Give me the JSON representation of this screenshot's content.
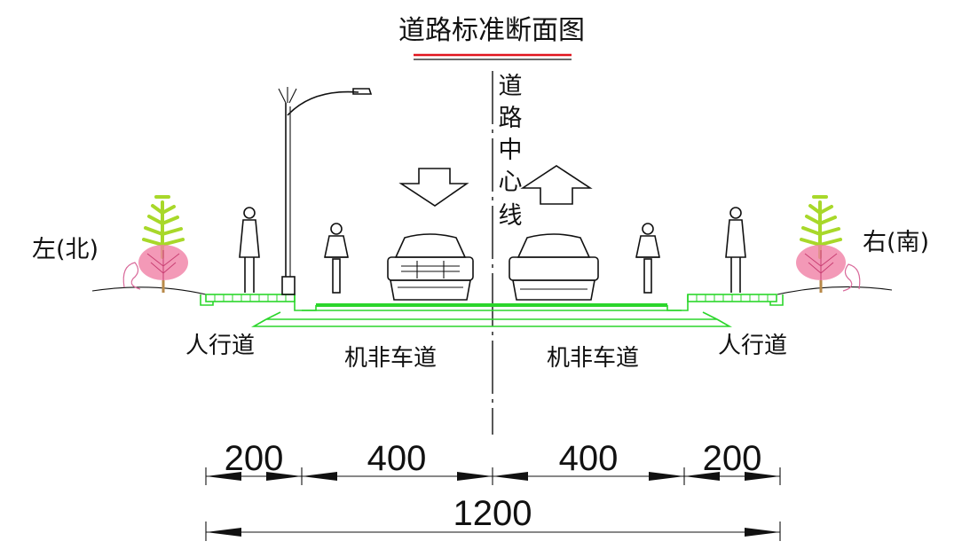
{
  "title": "道路标准断面图",
  "center_line_label": [
    "道",
    "路",
    "中",
    "心",
    "线"
  ],
  "side_labels": {
    "left": "左(北)",
    "right": "右(南)"
  },
  "zone_labels": {
    "left_sidewalk": "人行道",
    "left_lane": "机非车道",
    "right_lane": "机非车道",
    "right_sidewalk": "人行道"
  },
  "dimensions": {
    "segments": [
      "200",
      "400",
      "400",
      "200"
    ],
    "total": "1200"
  },
  "colors": {
    "title_underline_red": "#e0141e",
    "road_green": "#2bd62b",
    "tree_foliage_green": "#a8d82a",
    "tree_crown_pink": "#f07fa5"
  }
}
